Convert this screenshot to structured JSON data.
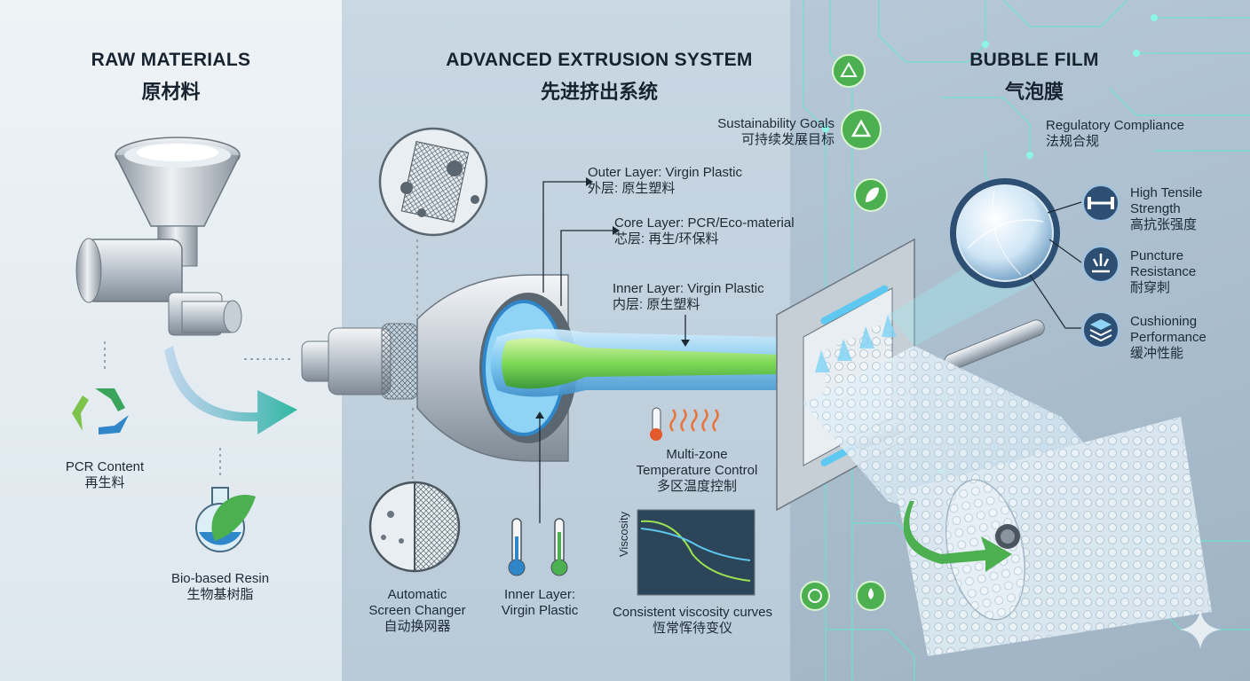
{
  "sections": {
    "raw": {
      "title": "RAW MATERIALS",
      "title_cn": "原材料"
    },
    "extrusion": {
      "title": "ADVANCED EXTRUSION SYSTEM",
      "title_cn": "先进挤出系统"
    },
    "film": {
      "title": "BUBBLE FILM",
      "title_cn": "气泡膜"
    }
  },
  "raw_items": {
    "pcr": {
      "label": "PCR Content",
      "label_cn": "再生料",
      "icon": "recycle-icon"
    },
    "bio": {
      "label": "Bio-based Resin",
      "label_cn": "生物基树脂",
      "icon": "flask-leaf-icon"
    }
  },
  "layers": {
    "outer": {
      "label": "Outer Layer: Virgin Plastic",
      "label_cn": "外层: 原生塑料"
    },
    "core": {
      "label": "Core Layer: PCR/Eco-material",
      "label_cn": "芯层: 再生/环保料"
    },
    "inner": {
      "label": "Inner Layer: Virgin Plastic",
      "label_cn": "内层: 原生塑料"
    }
  },
  "features": {
    "temperature": {
      "line1": "Multi-zone",
      "line2": "Temperature Control",
      "cn": "多区温度控制"
    },
    "screen": {
      "line1": "Automatic",
      "line2": "Screen Changer",
      "cn": "自动换网器"
    },
    "inner_layer": {
      "line1": "Inner Layer:",
      "line2": "Virgin Plastic"
    },
    "viscosity": {
      "axis": "Viscosity",
      "label": "Consistent viscosity curves",
      "cn": "恆常恽待变仪"
    }
  },
  "goals": {
    "sustainability": {
      "label": "Sustainability Goals",
      "label_cn": "可持续发展目标"
    },
    "regulatory": {
      "label": "Regulatory Compliance",
      "label_cn": "法规合规"
    }
  },
  "properties": [
    {
      "line1": "High Tensile",
      "line2": "Strength",
      "cn": "高抗张强度",
      "icon": "tensile-dumbbell-icon"
    },
    {
      "line1": "Puncture",
      "line2": "Resistance",
      "cn": "耐穿刺",
      "icon": "puncture-icon"
    },
    {
      "line1": "Cushioning",
      "line2": "Performance",
      "cn": "缓冲性能",
      "icon": "layers-icon"
    }
  ],
  "colors": {
    "raw_bg": "#e6edf2",
    "extrusion_bg": "#c3d3df",
    "film_bg": "#aabdcc",
    "accent_green": "#4caf50",
    "accent_blue": "#2f8fd8",
    "circuit": "#6fe0d0"
  }
}
